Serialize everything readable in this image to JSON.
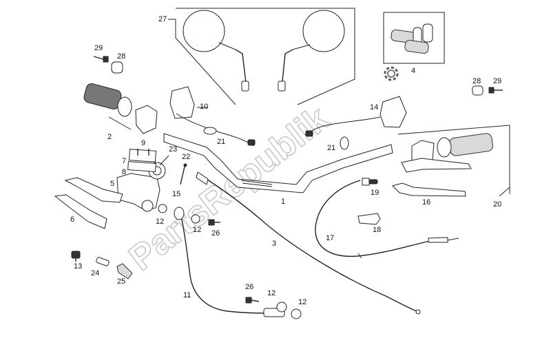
{
  "watermark": "PartsRepublik",
  "callouts": {
    "c1": "1",
    "c2": "2",
    "c3": "3",
    "c4": "4",
    "c5": "5",
    "c6": "6",
    "c7": "7",
    "c8": "8",
    "c9": "9",
    "c10": "10",
    "c11": "11",
    "c12a": "12",
    "c12b": "12",
    "c12c": "12",
    "c12d": "12",
    "c13": "13",
    "c14": "14",
    "c15": "15",
    "c16": "16",
    "c17": "17",
    "c18": "18",
    "c19": "19",
    "c20": "20",
    "c21a": "21",
    "c21b": "21",
    "c22": "22",
    "c23": "23",
    "c24": "24",
    "c25": "25",
    "c26a": "26",
    "c26b": "26",
    "c27": "27",
    "c28a": "28",
    "c28b": "28",
    "c29a": "29",
    "c29b": "29"
  },
  "colors": {
    "line": "#222222",
    "watermark": "#c8c8c8",
    "background": "#ffffff"
  },
  "icons": {
    "gear": "gear-icon"
  }
}
